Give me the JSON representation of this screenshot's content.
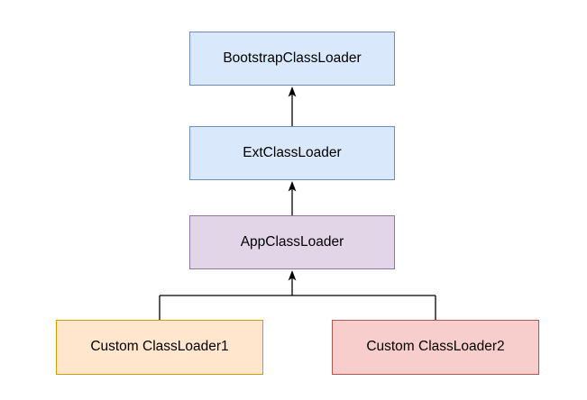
{
  "diagram": {
    "background_color": "#ffffff",
    "connector_color": "#000000",
    "text_color": "#000000",
    "nodes": [
      {
        "id": "bootstrap",
        "label": "BootstrapClassLoader",
        "fill": "#dae8fc",
        "stroke": "#6c8ebf"
      },
      {
        "id": "ext",
        "label": "ExtClassLoader",
        "fill": "#dae8fc",
        "stroke": "#6c8ebf"
      },
      {
        "id": "app",
        "label": "AppClassLoader",
        "fill": "#e1d5e7",
        "stroke": "#9673a6"
      },
      {
        "id": "custom1",
        "label": "Custom ClassLoader1",
        "fill": "#ffe6cc",
        "stroke": "#d79b00"
      },
      {
        "id": "custom2",
        "label": "Custom ClassLoader2",
        "fill": "#f8cecc",
        "stroke": "#b85450"
      }
    ],
    "edges": [
      {
        "from": "ext",
        "to": "bootstrap",
        "arrow": "up"
      },
      {
        "from": "app",
        "to": "ext",
        "arrow": "up"
      },
      {
        "from": "custom1",
        "to": "app",
        "arrow": "up"
      },
      {
        "from": "custom2",
        "to": "app",
        "arrow": "up"
      }
    ]
  }
}
